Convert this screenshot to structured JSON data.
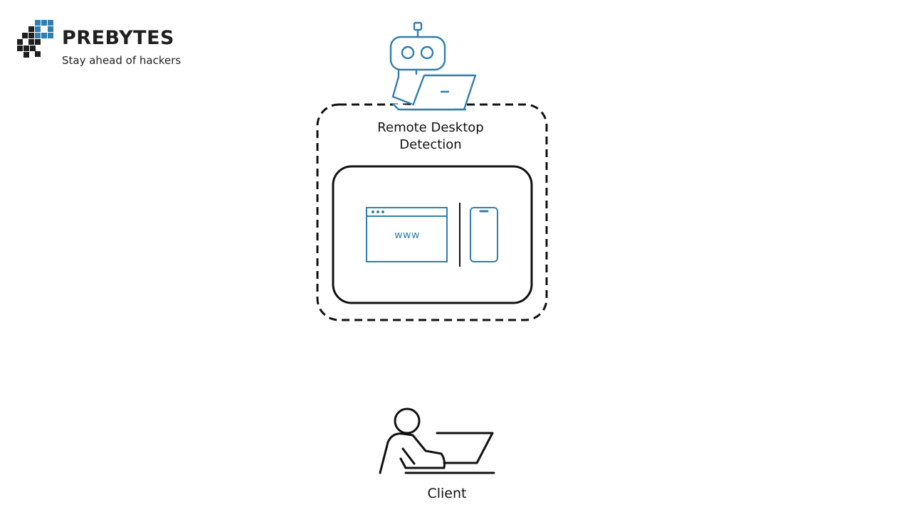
{
  "brand": {
    "name": "PREBYTES",
    "tagline": "Stay ahead of hackers",
    "accent_color": "#2f7eb0",
    "dark_color": "#1f1f1f"
  },
  "diagram": {
    "detection_label_line1": "Remote Desktop",
    "detection_label_line2": "Detection",
    "browser_label": "www",
    "client_label": "Client",
    "icons": [
      "robot-icon",
      "laptop-icon",
      "browser-window-icon",
      "smartphone-icon",
      "person-at-laptop-icon"
    ]
  }
}
